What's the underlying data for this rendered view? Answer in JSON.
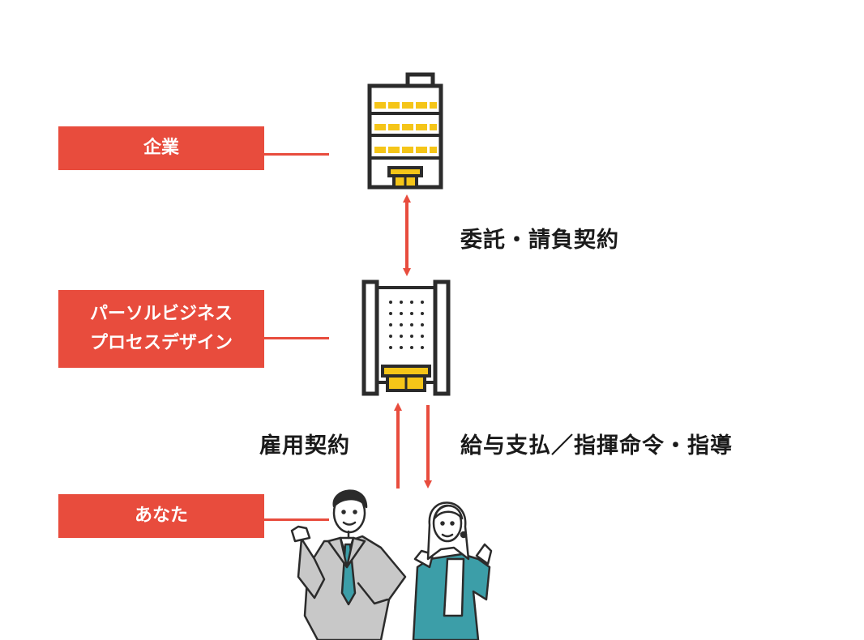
{
  "roles": {
    "company": "企業",
    "agency_line1": "パーソルビジネス",
    "agency_line2": "プロセスデザイン",
    "you": "あなた"
  },
  "relations": {
    "company_agency": "委託・請負契約",
    "employment": "雇用契約",
    "payment_direction": "給与支払／指揮命令・指導"
  },
  "colors": {
    "accent": "#e84c3d",
    "icon_stroke": "#2b2b2b",
    "icon_fill": "#f5c518"
  },
  "icons": {
    "company": "office-building-icon",
    "agency": "agency-building-icon",
    "people": "businesspeople-illustration"
  }
}
